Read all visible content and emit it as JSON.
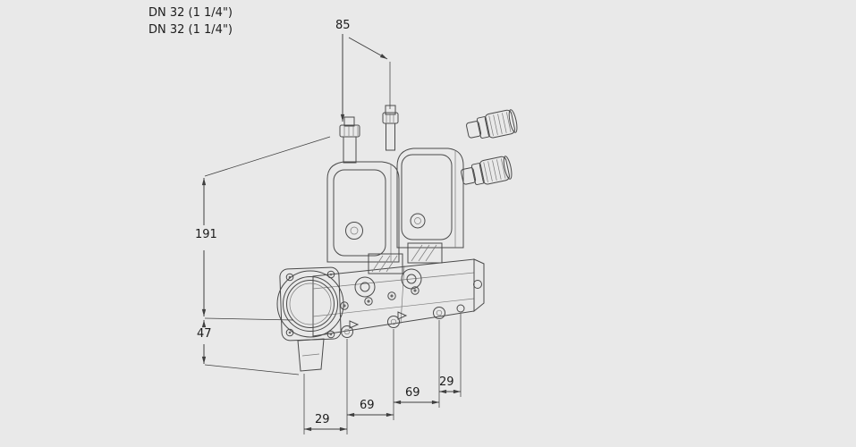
{
  "colors": {
    "background": "#e9e9e9",
    "line": "#3f3f3f",
    "text": "#1c1c1c"
  },
  "drawing": {
    "kind": "dimension-drawing",
    "labels": {
      "dn_line1": "DN 32 (1 1/4\")",
      "dn_line2": "DN 32 (1 1/4\")",
      "dim_top_width": "85",
      "dim_height_upper": "191",
      "dim_height_lower": "47",
      "dim_bottom_1": "29",
      "dim_bottom_2": "69",
      "dim_bottom_3": "69",
      "dim_bottom_4": "29"
    }
  }
}
